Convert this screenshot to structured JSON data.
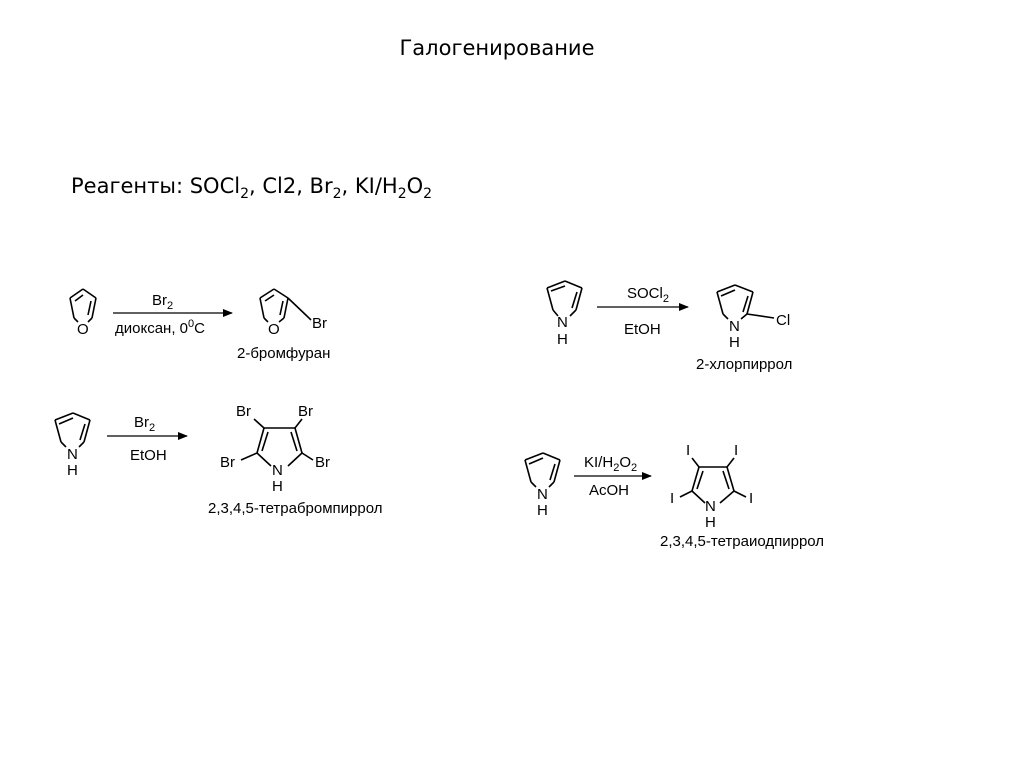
{
  "title": "Галогенирование",
  "reagents": {
    "prefix": "Реагенты: ",
    "parts": [
      "SOCl",
      "2",
      ", Cl2, Br",
      "2",
      ", KI/H",
      "2",
      "O",
      "2"
    ]
  },
  "reactions": [
    {
      "id": "furan-bromination",
      "reagent_above": [
        "Br",
        "2"
      ],
      "reagent_below": [
        "диоксан, 0",
        "0",
        "C"
      ],
      "product_name": "2-бромфуран",
      "atoms": {
        "ring_heteroatom_sm": "O",
        "ring_heteroatom_p": "O",
        "substituent": "Br"
      }
    },
    {
      "id": "pyrrole-chlorination",
      "reagent_above": [
        "SOCl",
        "2"
      ],
      "reagent_below": [
        "EtOH"
      ],
      "product_name": "2-хлорпиррол",
      "atoms": {
        "n_sm": "N",
        "h_sm": "H",
        "n_p": "N",
        "h_p": "H",
        "substituent": "Cl"
      }
    },
    {
      "id": "pyrrole-tetrabromination",
      "reagent_above": [
        "Br",
        "2"
      ],
      "reagent_below": [
        "EtOH"
      ],
      "product_name": "2,3,4,5-тетрабромпиррол",
      "atoms": {
        "n_sm": "N",
        "h_sm": "H",
        "n_p": "N",
        "h_p": "H",
        "substituent": "Br"
      }
    },
    {
      "id": "pyrrole-tetraiodination",
      "reagent_above": [
        "KI/H",
        "2",
        "O",
        "2"
      ],
      "reagent_below": [
        "AcOH"
      ],
      "product_name": "2,3,4,5-тетраиодпиррол",
      "atoms": {
        "n_sm": "N",
        "h_sm": "H",
        "n_p": "N",
        "h_p": "H",
        "substituent": "I"
      }
    }
  ]
}
